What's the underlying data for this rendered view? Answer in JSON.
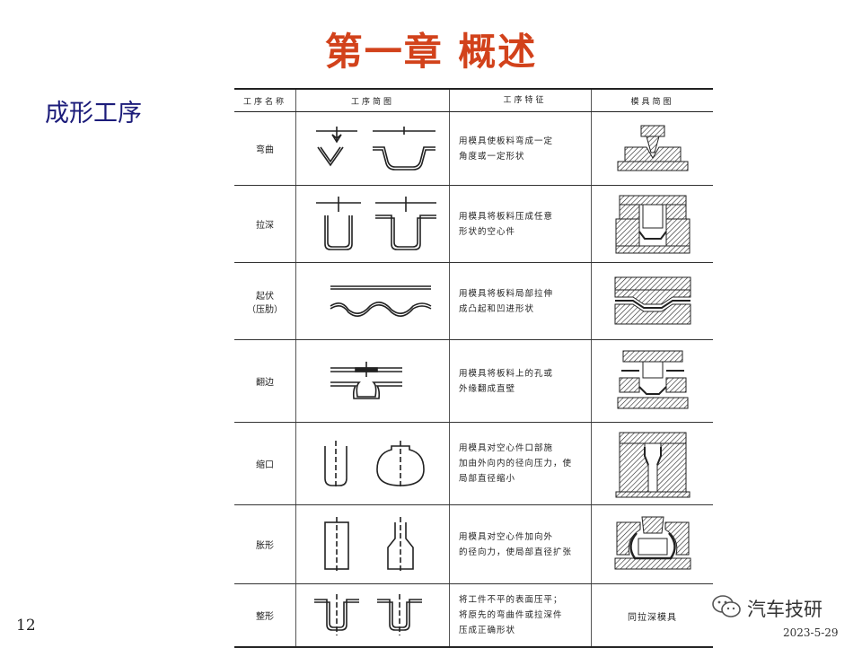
{
  "title": "第一章  概述",
  "subtitle": "成形工序",
  "table": {
    "headers": [
      "工序名称",
      "工序简图",
      "工序特征",
      "模具简图"
    ],
    "rows": [
      {
        "name": [
          "弯曲"
        ],
        "feature": [
          "用模具使板料弯成一定",
          "角度或一定形状"
        ],
        "die": ""
      },
      {
        "name": [
          "拉深"
        ],
        "feature": [
          "用模具将板料压成任意",
          "形状的空心件"
        ],
        "die": ""
      },
      {
        "name": [
          "起伏",
          "（压肋）"
        ],
        "feature": [
          "用模具将板料局部拉伸",
          "成凸起和凹进形状"
        ],
        "die": ""
      },
      {
        "name": [
          "翻边"
        ],
        "feature": [
          "用模具将板料上的孔或",
          "外缘翻成直壁"
        ],
        "die": ""
      },
      {
        "name": [
          "缩口"
        ],
        "feature": [
          "用模具对空心件口部施",
          "加由外向内的径向压力，使",
          "局部直径缩小"
        ],
        "die": ""
      },
      {
        "name": [
          "胀形"
        ],
        "feature": [
          "用模具对空心件加向外",
          "的径向力，使局部直径扩张"
        ],
        "die": ""
      },
      {
        "name": [
          "整形"
        ],
        "feature": [
          "将工件不平的表面压平；",
          "将原先的弯曲件或拉深件",
          "压成正确形状"
        ],
        "die": "同拉深模具"
      }
    ]
  },
  "page_number": "12",
  "watermark": {
    "icon": "wechat-icon",
    "text": "汽车技研"
  },
  "date": "2023-5-29",
  "colors": {
    "title": "#d2421b",
    "subtitle": "#1c1c7a"
  }
}
